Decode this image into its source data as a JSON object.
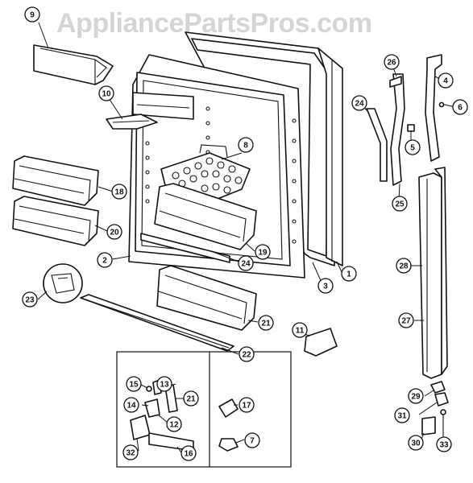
{
  "watermark": "AppliancePartsPros.com",
  "callouts": [
    "9",
    "10",
    "8",
    "18",
    "20",
    "2",
    "24",
    "19",
    "23",
    "21",
    "22",
    "11",
    "3",
    "1",
    "26",
    "24",
    "4",
    "6",
    "5",
    "25",
    "28",
    "27",
    "29",
    "31",
    "30",
    "33",
    "15",
    "13",
    "14",
    "21",
    "12",
    "32",
    "16",
    "17",
    "7"
  ]
}
